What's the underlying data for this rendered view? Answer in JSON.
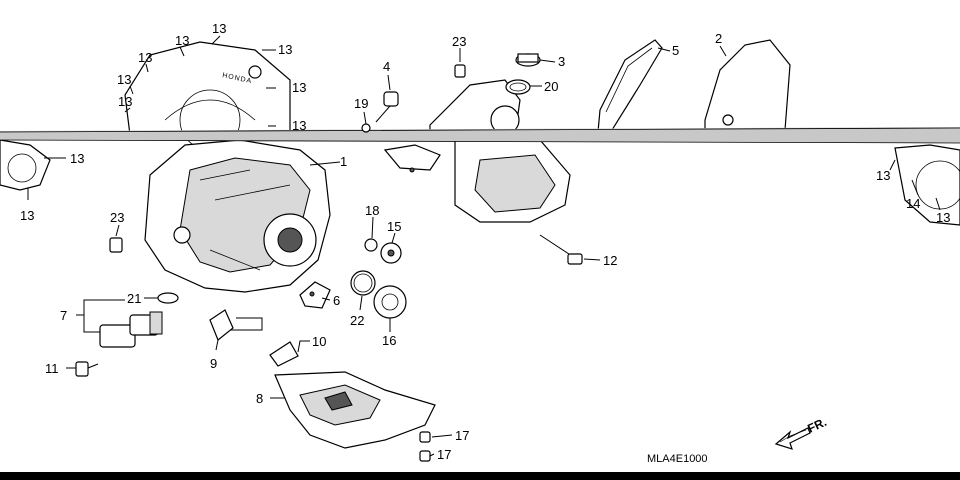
{
  "drawing_code": "MLA4E1000",
  "direction_label": "FR.",
  "cover_logo": "HONDA",
  "callouts": {
    "c1": "1",
    "c2": "2",
    "c3": "3",
    "c4": "4",
    "c5": "5",
    "c6": "6",
    "c7": "7",
    "c8": "8",
    "c9": "9",
    "c10": "10",
    "c11": "11",
    "c12": "12",
    "c13": "13",
    "c14": "14",
    "c15": "15",
    "c16": "16",
    "c17": "17",
    "c18": "18",
    "c19": "19",
    "c20": "20",
    "c21": "21",
    "c22": "22",
    "c23": "23"
  },
  "colors": {
    "line": "#000000",
    "shade": "#d9d9d9",
    "background": "#ffffff",
    "band": "#c8c8c8"
  }
}
